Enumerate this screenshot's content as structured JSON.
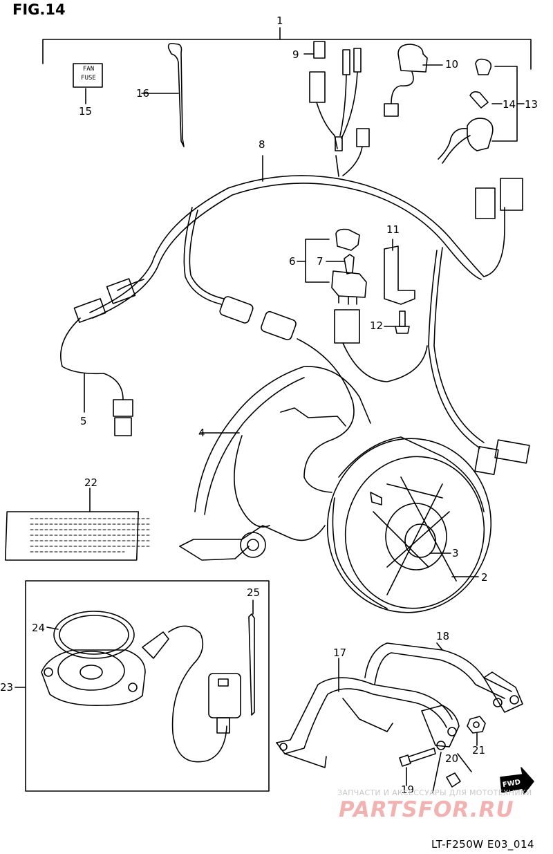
{
  "figure_title": "FIG.14",
  "diagram_code": "LT-F250W E03_014",
  "fan_fuse_label": [
    "FAN",
    "FUSE"
  ],
  "fwd_label": "FWD",
  "watermark": {
    "line1": "ЗАПЧАСТИ И АКСЕССУАРЫ ДЛЯ МОТОТЕХНИКИ",
    "line2": "PARTSFOR.RU"
  },
  "callouts": {
    "c1": "1",
    "c2": "2",
    "c3": "3",
    "c4": "4",
    "c5": "5",
    "c6": "6",
    "c7": "7",
    "c8": "8",
    "c9": "9",
    "c10": "10",
    "c11": "11",
    "c12": "12",
    "c13": "13",
    "c14": "14",
    "c15": "15",
    "c16": "16",
    "c17": "17",
    "c18": "18",
    "c19": "19",
    "c20": "20",
    "c21": "21",
    "c22": "22",
    "c23": "23",
    "c24": "24",
    "c25": "25"
  }
}
